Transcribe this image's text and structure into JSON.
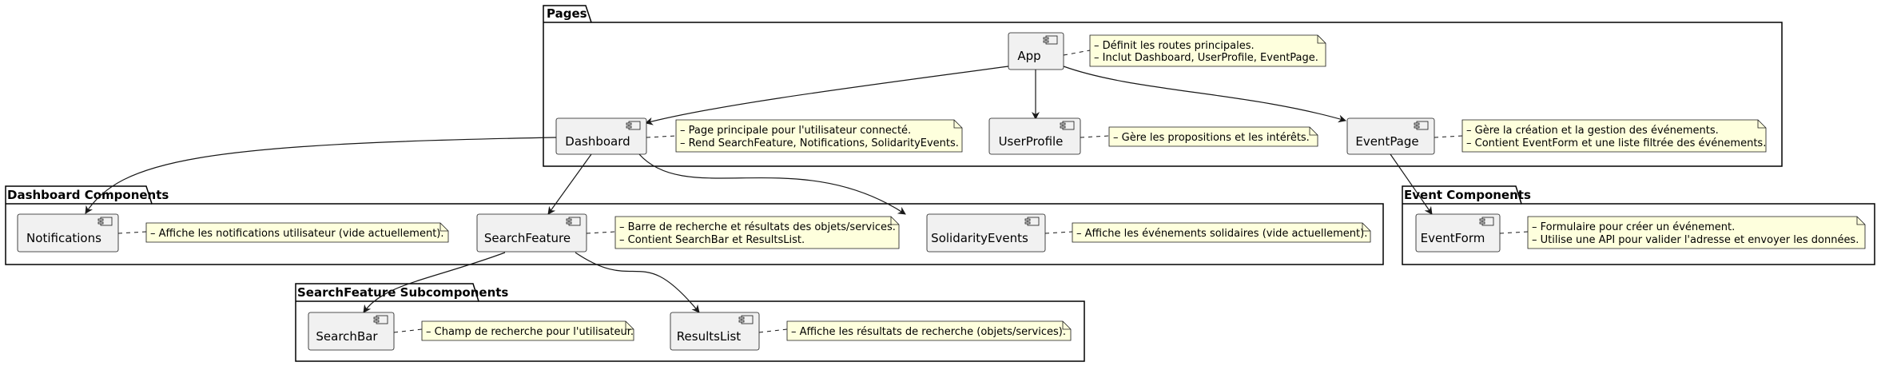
{
  "packages": {
    "pages": "Pages",
    "dashboard": "Dashboard Components",
    "event": "Event Components",
    "searchfeature": "SearchFeature Subcomponents"
  },
  "components": {
    "app": "App",
    "dashboard": "Dashboard",
    "userprofile": "UserProfile",
    "eventpage": "EventPage",
    "notifications": "Notifications",
    "searchfeature": "SearchFeature",
    "solidarityevents": "SolidarityEvents",
    "eventform": "EventForm",
    "searchbar": "SearchBar",
    "resultslist": "ResultsList"
  },
  "notes": {
    "app": [
      "– Définit les routes principales.",
      "– Inclut Dashboard, UserProfile, EventPage."
    ],
    "dashboard": [
      "– Page principale pour l'utilisateur connecté.",
      "– Rend SearchFeature, Notifications, SolidarityEvents."
    ],
    "userprofile": [
      "– Gère les propositions et les intérêts."
    ],
    "eventpage": [
      "– Gère la création et la gestion des événements.",
      "– Contient EventForm et une liste filtrée des événements."
    ],
    "notifications": [
      "– Affiche les notifications utilisateur (vide actuellement)."
    ],
    "searchfeature": [
      "– Barre de recherche et résultats des objets/services.",
      "– Contient SearchBar et ResultsList."
    ],
    "solidarityevents": [
      "– Affiche les événements solidaires (vide actuellement)."
    ],
    "eventform": [
      "– Formulaire pour créer un événement.",
      "– Utilise une API pour valider l'adresse et envoyer les données."
    ],
    "searchbar": [
      "– Champ de recherche pour l'utilisateur."
    ],
    "resultslist": [
      "– Affiche les résultats de recherche (objets/services)."
    ]
  },
  "colors": {
    "component_fill": "#f1f1f1",
    "component_border": "#181818",
    "note_fill": "#feffdd",
    "note_border": "#181818",
    "package_border": "#000000"
  }
}
